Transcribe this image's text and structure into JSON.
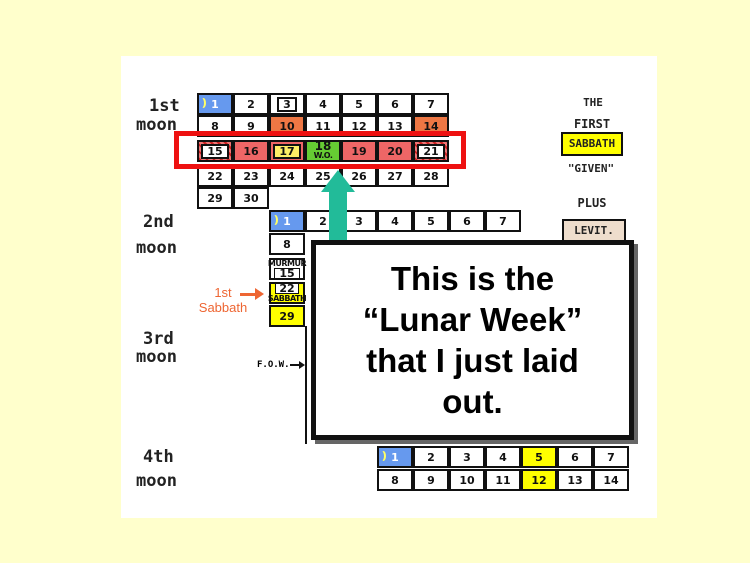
{
  "moon_labels": {
    "first": [
      "1st",
      "moon"
    ],
    "second": [
      "2nd",
      "moon"
    ],
    "third": [
      "3rd",
      "moon"
    ],
    "fourth": [
      "4th",
      "moon"
    ]
  },
  "first_sabbath": [
    "1st",
    "Sabbath"
  ],
  "fow_label": "F.O.W.",
  "side_notes": {
    "the": "THE",
    "first": "FIRST",
    "sabbath": "SABBATH",
    "given": "\"GIVEN\"",
    "plus": "PLUS",
    "levit": "LEVIT."
  },
  "moon1": {
    "row1": [
      "1",
      "2",
      "3",
      "4",
      "5",
      "6",
      "7"
    ],
    "row2": [
      "8",
      "9",
      "10",
      "11",
      "12",
      "13",
      "14"
    ],
    "row3": [
      "15",
      "16",
      "17",
      "18",
      "19",
      "20",
      "21"
    ],
    "row3_note": "W.O.",
    "row4": [
      "22",
      "23",
      "24",
      "25",
      "26",
      "27",
      "28"
    ],
    "row5": [
      "29",
      "30"
    ]
  },
  "moon2": {
    "row1": [
      "1",
      "2",
      "3",
      "4",
      "5",
      "6",
      "7"
    ],
    "row2": [
      "8"
    ],
    "murmur": "MURMUR",
    "row3": [
      "15"
    ],
    "sabbath_small": "SABBATH",
    "row4": [
      "22"
    ],
    "row5": [
      "29"
    ]
  },
  "moon4": {
    "row1": [
      "1",
      "2",
      "3",
      "4",
      "5",
      "6",
      "7"
    ],
    "row2": [
      "8",
      "9",
      "10",
      "11",
      "12",
      "13",
      "14"
    ]
  },
  "callout": [
    "This is the",
    "“Lunar Week”",
    "that I just laid",
    "out."
  ],
  "colors": {
    "background": "#ffffcc",
    "highlight": "#ee1111",
    "arrow": "#22bb99",
    "first_sabbath": "#ee6633"
  }
}
